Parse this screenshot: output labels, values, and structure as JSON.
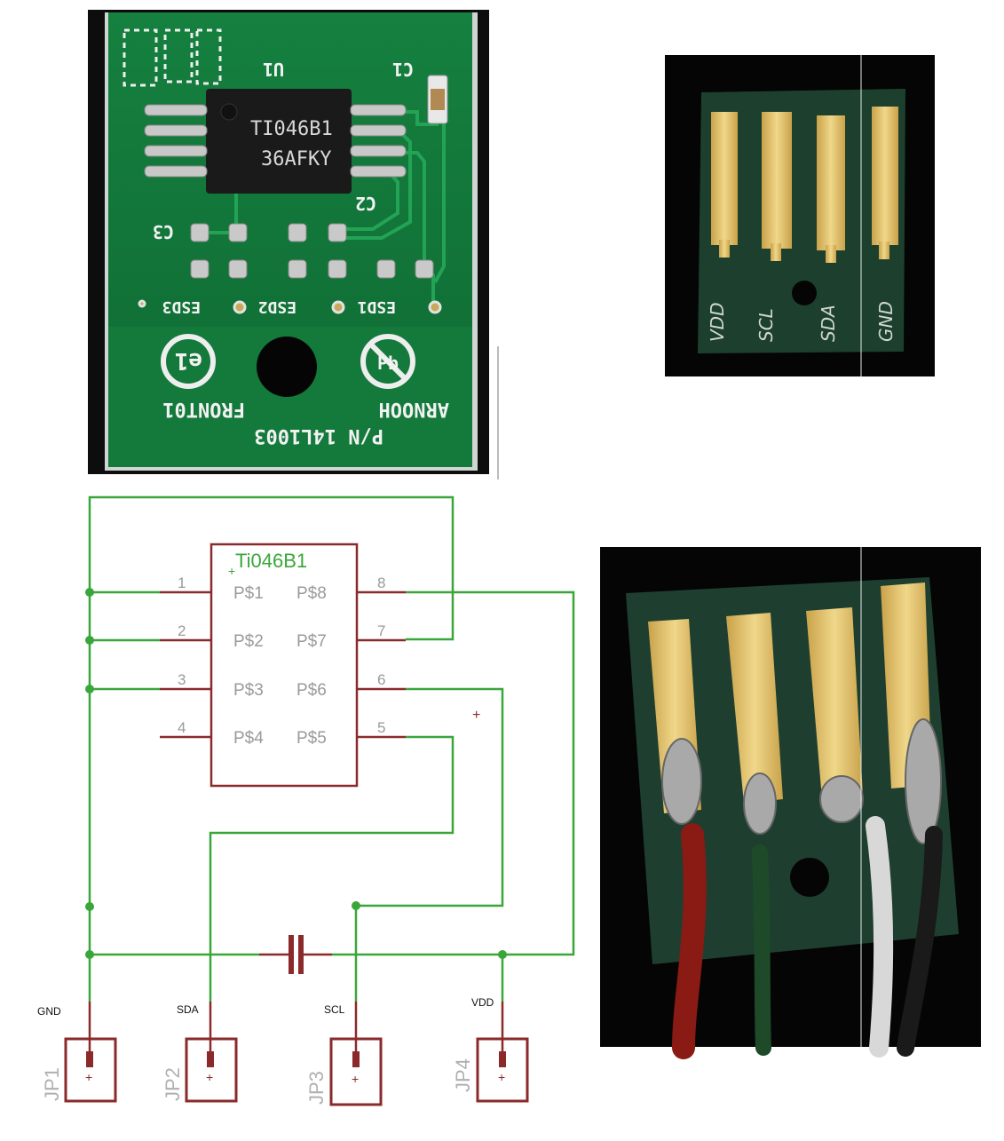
{
  "photo_top_left": {
    "silkscreen": {
      "u1": "U1",
      "c1": "C1",
      "c2": "C2",
      "c3": "C3",
      "esd1": "ESD1",
      "esd2": "ESD2",
      "esd3": "ESD3",
      "pn": "P/N 14L1003",
      "front": "FRONT01",
      "arnooh": "ARNOOH"
    },
    "chip_marking_line1": "TI046B1",
    "chip_marking_line2": "36AFKY"
  },
  "photo_top_right": {
    "handwritten_labels": [
      "VDD",
      "SCL",
      "SDA",
      "GND"
    ]
  },
  "schematic": {
    "chip_name": "Ti046B1",
    "pins_left": [
      {
        "num": "1",
        "name": "P$1"
      },
      {
        "num": "2",
        "name": "P$2"
      },
      {
        "num": "3",
        "name": "P$3"
      },
      {
        "num": "4",
        "name": "P$4"
      }
    ],
    "pins_right": [
      {
        "num": "8",
        "name": "P$8"
      },
      {
        "num": "7",
        "name": "P$7"
      },
      {
        "num": "6",
        "name": "P$6"
      },
      {
        "num": "5",
        "name": "P$5"
      }
    ],
    "nets": [
      "GND",
      "SDA",
      "SCL",
      "VDD"
    ],
    "jumpers": [
      "JP1",
      "JP2",
      "JP3",
      "JP4"
    ],
    "plus": "+",
    "colors": {
      "wire": "#3aa63a",
      "part": "#8b2a2a",
      "label": "#9a9a9a"
    }
  },
  "photo_bottom_right": {
    "wire_colors": [
      "#8a1a14",
      "#1e4a2a",
      "#d8d8d8",
      "#1a1a1a"
    ]
  }
}
